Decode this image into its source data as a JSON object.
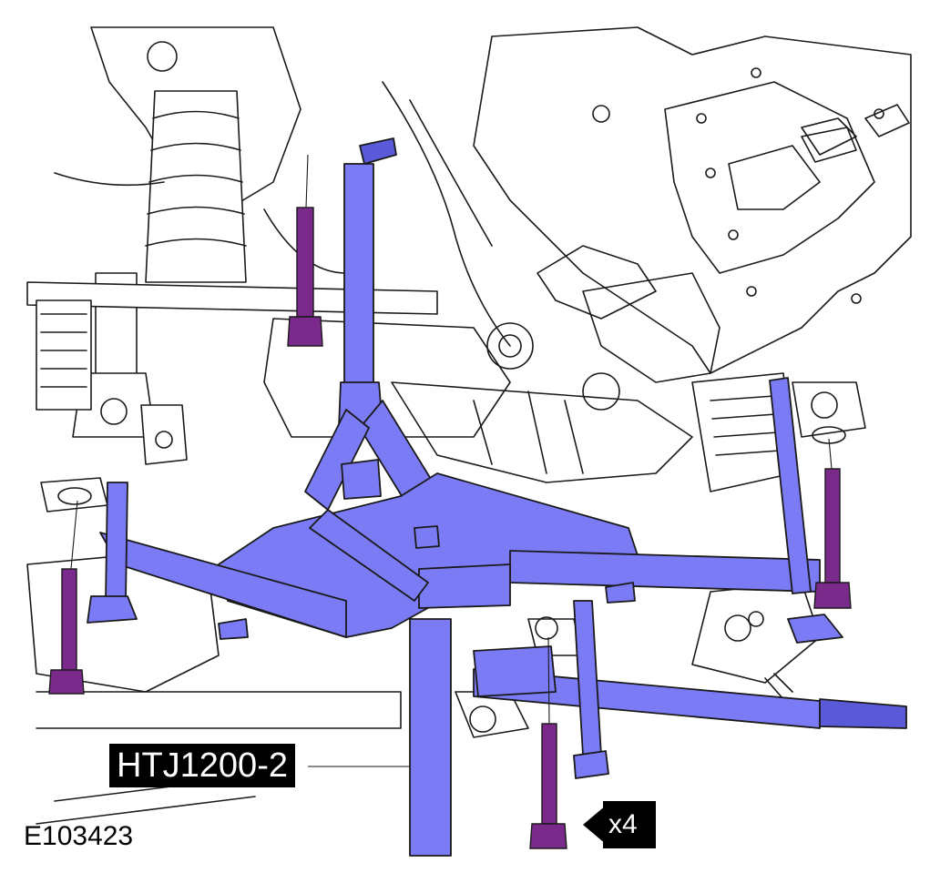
{
  "figure_id": "E103423",
  "tool_label": "HTJ1200-2",
  "quantity_label": "x4",
  "colors": {
    "tool": "#7b7bf5",
    "bolt": "#7a2a8a",
    "outline": "#1a1a1a",
    "label_background": "#000000"
  },
  "icons": [
    "arrow-left-icon"
  ]
}
